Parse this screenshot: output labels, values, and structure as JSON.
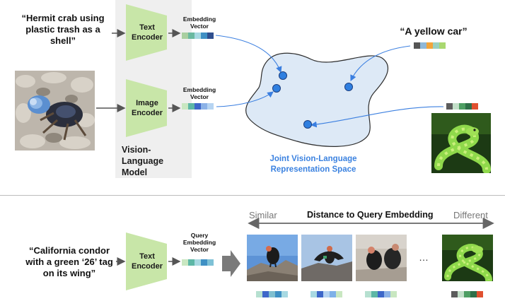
{
  "top": {
    "text_query": "“Hermit crab using plastic trash as a shell”",
    "text_encoder_label": "Text Encoder",
    "image_encoder_label": "Image Encoder",
    "model_label": "Vision-Language Model",
    "embedding_label_1": "Embedding Vector",
    "embedding_label_2": "Embedding Vector",
    "car_text": "“A yellow car”",
    "space_label": "Joint Vision-Language Representation Space",
    "text_embedding_colors": [
      "#a9cfa0",
      "#6ab9a0",
      "#a8d9e2",
      "#3f90c4",
      "#2f4f8f"
    ],
    "image_embedding_colors": [
      "#c9e7c1",
      "#5db7a6",
      "#3d67c9",
      "#8cb2e7",
      "#b6d4f2"
    ],
    "car_embedding_colors": [
      "#555555",
      "#8fb8d9",
      "#f2a53b",
      "#9ad0c0",
      "#a9d870"
    ],
    "snake_embedding_colors": [
      "#5c5c5c",
      "#c2dfc8",
      "#4e9e63",
      "#2f6f48",
      "#e0502f"
    ]
  },
  "bottom": {
    "query_text": "“California condor with a green ‘26’ tag on its wing”",
    "text_encoder_label": "Text Encoder",
    "query_embedding_label": "Query Embedding Vector",
    "similar_label": "Similar",
    "distance_label": "Distance to Query Embedding",
    "different_label": "Different",
    "ellipsis": "…",
    "query_embedding_colors": [
      "#c9e7c1",
      "#5db7a6",
      "#a8d9e2",
      "#3f90c4",
      "#7ec1d6"
    ],
    "result_embeddings": [
      [
        "#b6e0d0",
        "#3d67c9",
        "#7fbfd0",
        "#3f90c4",
        "#a8d9e2"
      ],
      [
        "#a8d9e2",
        "#3d67c9",
        "#b6d4f2",
        "#7eb0e8",
        "#c9e7c1"
      ],
      [
        "#b6e0d0",
        "#5db7a6",
        "#3d67c9",
        "#8cb2e7",
        "#c9e7c1"
      ],
      [
        "#5c5c5c",
        "#c2dfc8",
        "#4e9e63",
        "#2f6f48",
        "#e0502f"
      ]
    ]
  },
  "colors": {
    "encoder_fill": "#c8e6a8",
    "vlm_panel": "#efefef",
    "space_fill": "#dde9f6",
    "space_stroke": "#2c2c2c",
    "point_fill": "#2f7fe0",
    "arrow_blue": "#3b7fe0",
    "space_label_color": "#3b82e0"
  }
}
